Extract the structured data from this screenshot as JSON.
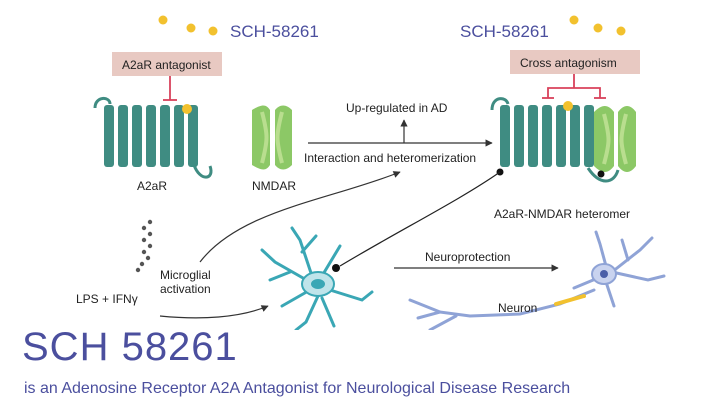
{
  "labels": {
    "sch_left": "SCH-58261",
    "sch_right": "SCH-58261",
    "antagonist_box": "A2aR antagonist",
    "cross_box": "Cross antagonism",
    "a2ar": "A2aR",
    "nmdar": "NMDAR",
    "upregulated": "Up-regulated in AD",
    "interaction": "Interaction and heteromerization",
    "heteromer": "A2aR-NMDAR heteromer",
    "microglial": "Microglial activation",
    "microglial_line1": "Microglial",
    "microglial_line2": "activation",
    "lps": "LPS + IFNγ",
    "neuroprotection": "Neuroprotection",
    "neuron": "Neuron"
  },
  "title": "SCH 58261",
  "subtitle": "is an Adenosine Receptor A2A Antagonist for Neurological Disease Research",
  "colors": {
    "receptor": "#3f8c82",
    "nmdar": "#8cc866",
    "nmdar_light": "#b9de8f",
    "ligand": "#f2c12e",
    "box": "#e8c9c2",
    "inhibit": "#d9425b",
    "brand": "#4b4f9e",
    "microglia": "#3aa7b5",
    "neuron": "#8fa3d6"
  }
}
